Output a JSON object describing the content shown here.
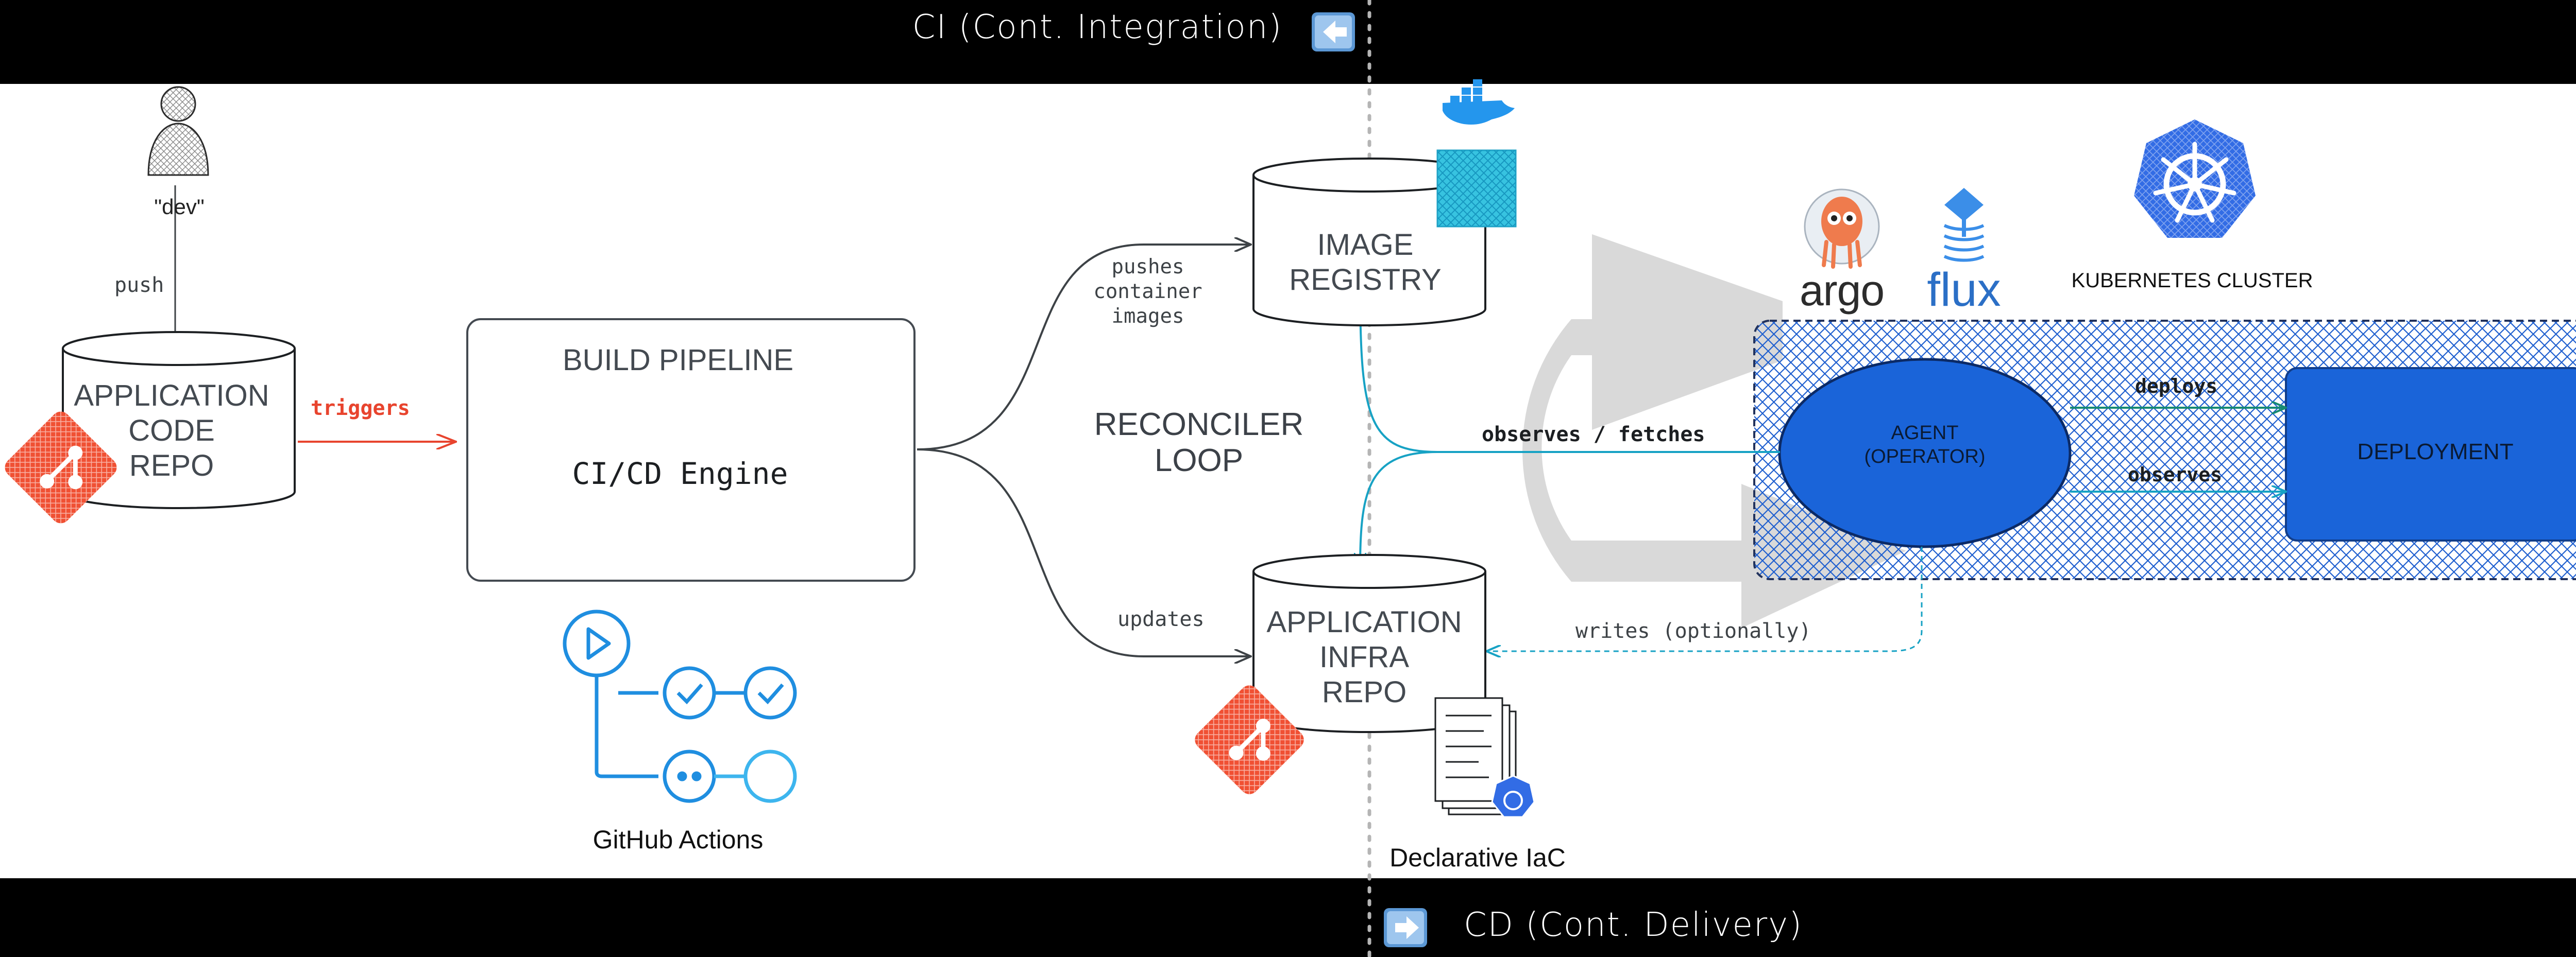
{
  "banners": {
    "ci_label": "CI (Cont. Integration)",
    "cd_label": "CD (Cont. Delivery)"
  },
  "nodes": {
    "dev": "\"dev\"",
    "app_code_repo": [
      "APPLICATION",
      "CODE",
      "REPO"
    ],
    "build_pipeline_title": "BUILD PIPELINE",
    "build_pipeline_engine": "CI/CD Engine",
    "github_actions": "GitHub Actions",
    "image_registry": [
      "IMAGE",
      "REGISTRY"
    ],
    "app_infra_repo": [
      "APPLICATION",
      "INFRA",
      "REPO"
    ],
    "declarative_iac": "Declarative IaC",
    "reconciler_loop": [
      "RECONCILER",
      "LOOP"
    ],
    "argo": "argo",
    "flux": "flux",
    "kubernetes_cluster": "KUBERNETES CLUSTER",
    "agent": [
      "AGENT",
      "(OPERATOR)"
    ],
    "deployment": "DEPLOYMENT"
  },
  "edges": {
    "push": "push",
    "triggers": "triggers",
    "pushes_container_images": [
      "pushes",
      "container",
      "images"
    ],
    "updates": "updates",
    "observes_fetches": "observes / fetches",
    "deploys": "deploys",
    "observes": "observes",
    "writes_optionally": "writes (optionally)"
  },
  "colors": {
    "banner": "#000000",
    "trigger_red": "#e8442e",
    "git_red": "#f05033",
    "agent_blue": "#1a64d9",
    "deploy_green": "#168a72",
    "observe_cyan": "#17a2c4",
    "loop_gray": "#d9d9d9"
  },
  "icons": [
    "dev-user-icon",
    "git-icon",
    "docker-icon",
    "github-actions-icon",
    "kubernetes-icon",
    "argo-icon",
    "flux-icon",
    "document-stack-icon",
    "left-arrow-icon",
    "right-arrow-icon"
  ]
}
